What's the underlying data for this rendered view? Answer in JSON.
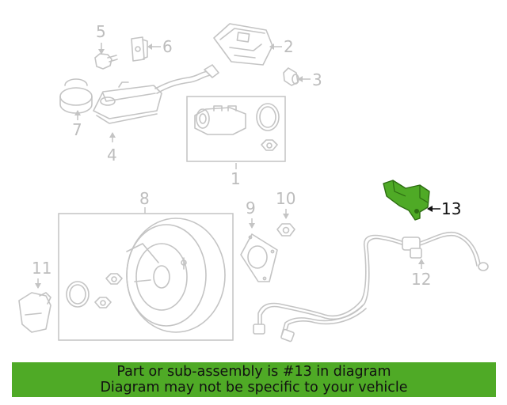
{
  "diagram": {
    "callouts": [
      "1",
      "2",
      "3",
      "4",
      "5",
      "6",
      "7",
      "8",
      "9",
      "10",
      "11",
      "12",
      "13"
    ],
    "highlighted_part": "13",
    "highlight_color": "#4faa26",
    "line_color": "#c4c4c4"
  },
  "banner": {
    "line1": "Part or sub-assembly is #13 in diagram",
    "line2": "Diagram may not be specific to your vehicle",
    "background": "#4faa26"
  }
}
